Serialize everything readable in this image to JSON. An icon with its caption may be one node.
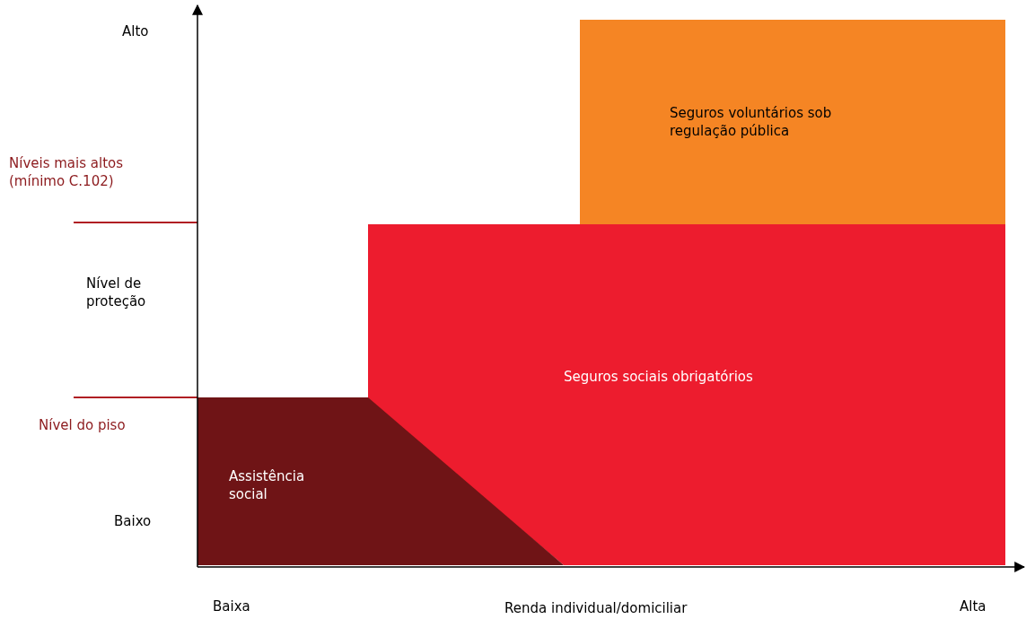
{
  "diagram": {
    "nodes": [
      {
        "text": [
          "Seguros voluntários sob regulação pública"
        ]
      },
      {
        "text": [
          "Seguros sociais obrigatórios"
        ]
      },
      {
        "text": [
          "Assistência social"
        ]
      }
    ],
    "labels": [
      "Alto",
      "Níveis mais altos (mínimo C.102)",
      "Nível de proteção",
      "Nível do piso",
      "Baixo",
      "Baixa",
      "Renda individual/domiciliar",
      "Alta"
    ]
  }
}
